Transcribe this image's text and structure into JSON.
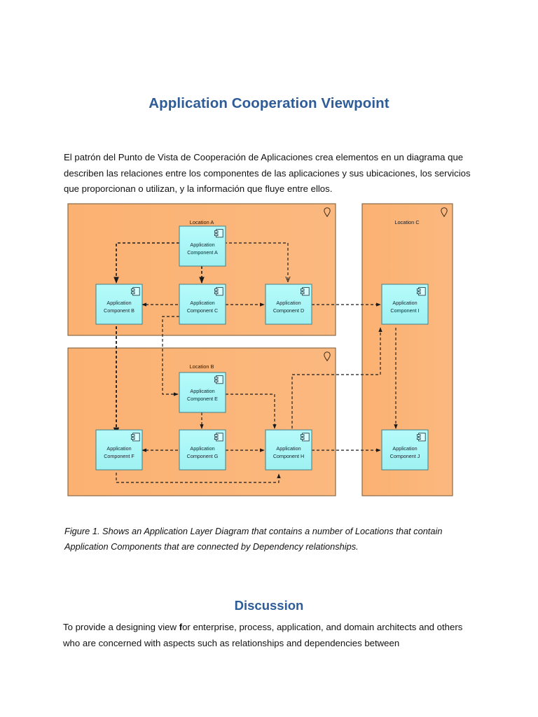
{
  "document": {
    "title": "Application Cooperation Viewpoint",
    "intro_paragraph": "El patrón del Punto de Vista de Cooperación de Aplicaciones crea elementos en un diagrama que describen las relaciones entre los componentes de las aplicaciones y sus ubicaciones, los servicios que proporcionan o utilizan, y la información que fluye entre ellos.",
    "figure_caption": "Figure 1. Shows an Application Layer Diagram that contains a number of Locations that contain Application Components that are connected by Dependency relationships.",
    "section_heading": "Discussion",
    "discussion_part1": "To provide a designing view ",
    "discussion_bold": "f",
    "discussion_part2": "or enterprise, process, application, and domain architects and others who are concerned with aspects such as relationships and dependencies between"
  },
  "colors": {
    "heading_blue": "#2e5c98",
    "location_fill": "#fbb475",
    "location_stroke": "#8a6a47",
    "component_fill": "#aaf7f7",
    "component_stroke": "#4a8a93",
    "body_text": "#111111",
    "connector": "#1a1a1a"
  },
  "diagram": {
    "locations": [
      {
        "id": "loc-a",
        "label": "Location A",
        "icon": "location-pin-icon"
      },
      {
        "id": "loc-b",
        "label": "Location B",
        "icon": "location-pin-icon"
      },
      {
        "id": "loc-c",
        "label": "Location C",
        "icon": "location-pin-icon"
      }
    ],
    "components": [
      {
        "id": "comp-a",
        "line1": "Application",
        "line2": "Component A",
        "location": "Location A",
        "icon": "uml-component-icon"
      },
      {
        "id": "comp-b",
        "line1": "Application",
        "line2": "Component B",
        "location": "Location A",
        "icon": "uml-component-icon"
      },
      {
        "id": "comp-c",
        "line1": "Application",
        "line2": "Component C",
        "location": "Location A",
        "icon": "uml-component-icon"
      },
      {
        "id": "comp-d",
        "line1": "Application",
        "line2": "Component D",
        "location": "Location A",
        "icon": "uml-component-icon"
      },
      {
        "id": "comp-e",
        "line1": "Application",
        "line2": "Component E",
        "location": "Location B",
        "icon": "uml-component-icon"
      },
      {
        "id": "comp-f",
        "line1": "Application",
        "line2": "Component F",
        "location": "Location B",
        "icon": "uml-component-icon"
      },
      {
        "id": "comp-g",
        "line1": "Application",
        "line2": "Component G",
        "location": "Location B",
        "icon": "uml-component-icon"
      },
      {
        "id": "comp-h",
        "line1": "Application",
        "line2": "Component H",
        "location": "Location B",
        "icon": "uml-component-icon"
      },
      {
        "id": "comp-i",
        "line1": "Application",
        "line2": "Component I",
        "location": "Location C",
        "icon": "uml-component-icon"
      },
      {
        "id": "comp-j",
        "line1": "Application",
        "line2": "Component J",
        "location": "Location C",
        "icon": "uml-component-icon"
      }
    ],
    "relationship_type": "Dependency",
    "dependencies": [
      {
        "from": "Application Component A",
        "to": "Application Component B"
      },
      {
        "from": "Application Component A",
        "to": "Application Component C"
      },
      {
        "from": "Application Component A",
        "to": "Application Component D"
      },
      {
        "from": "Application Component C",
        "to": "Application Component B"
      },
      {
        "from": "Application Component C",
        "to": "Application Component D"
      },
      {
        "from": "Application Component C",
        "to": "Application Component E"
      },
      {
        "from": "Application Component B",
        "to": "Application Component F"
      },
      {
        "from": "Application Component D",
        "to": "Application Component I"
      },
      {
        "from": "Application Component E",
        "to": "Application Component G"
      },
      {
        "from": "Application Component E",
        "to": "Application Component H"
      },
      {
        "from": "Application Component G",
        "to": "Application Component F"
      },
      {
        "from": "Application Component G",
        "to": "Application Component H"
      },
      {
        "from": "Application Component F",
        "to": "Application Component H"
      },
      {
        "from": "Application Component H",
        "to": "Application Component I"
      },
      {
        "from": "Application Component H",
        "to": "Application Component J"
      },
      {
        "from": "Application Component I",
        "to": "Application Component J"
      }
    ]
  }
}
